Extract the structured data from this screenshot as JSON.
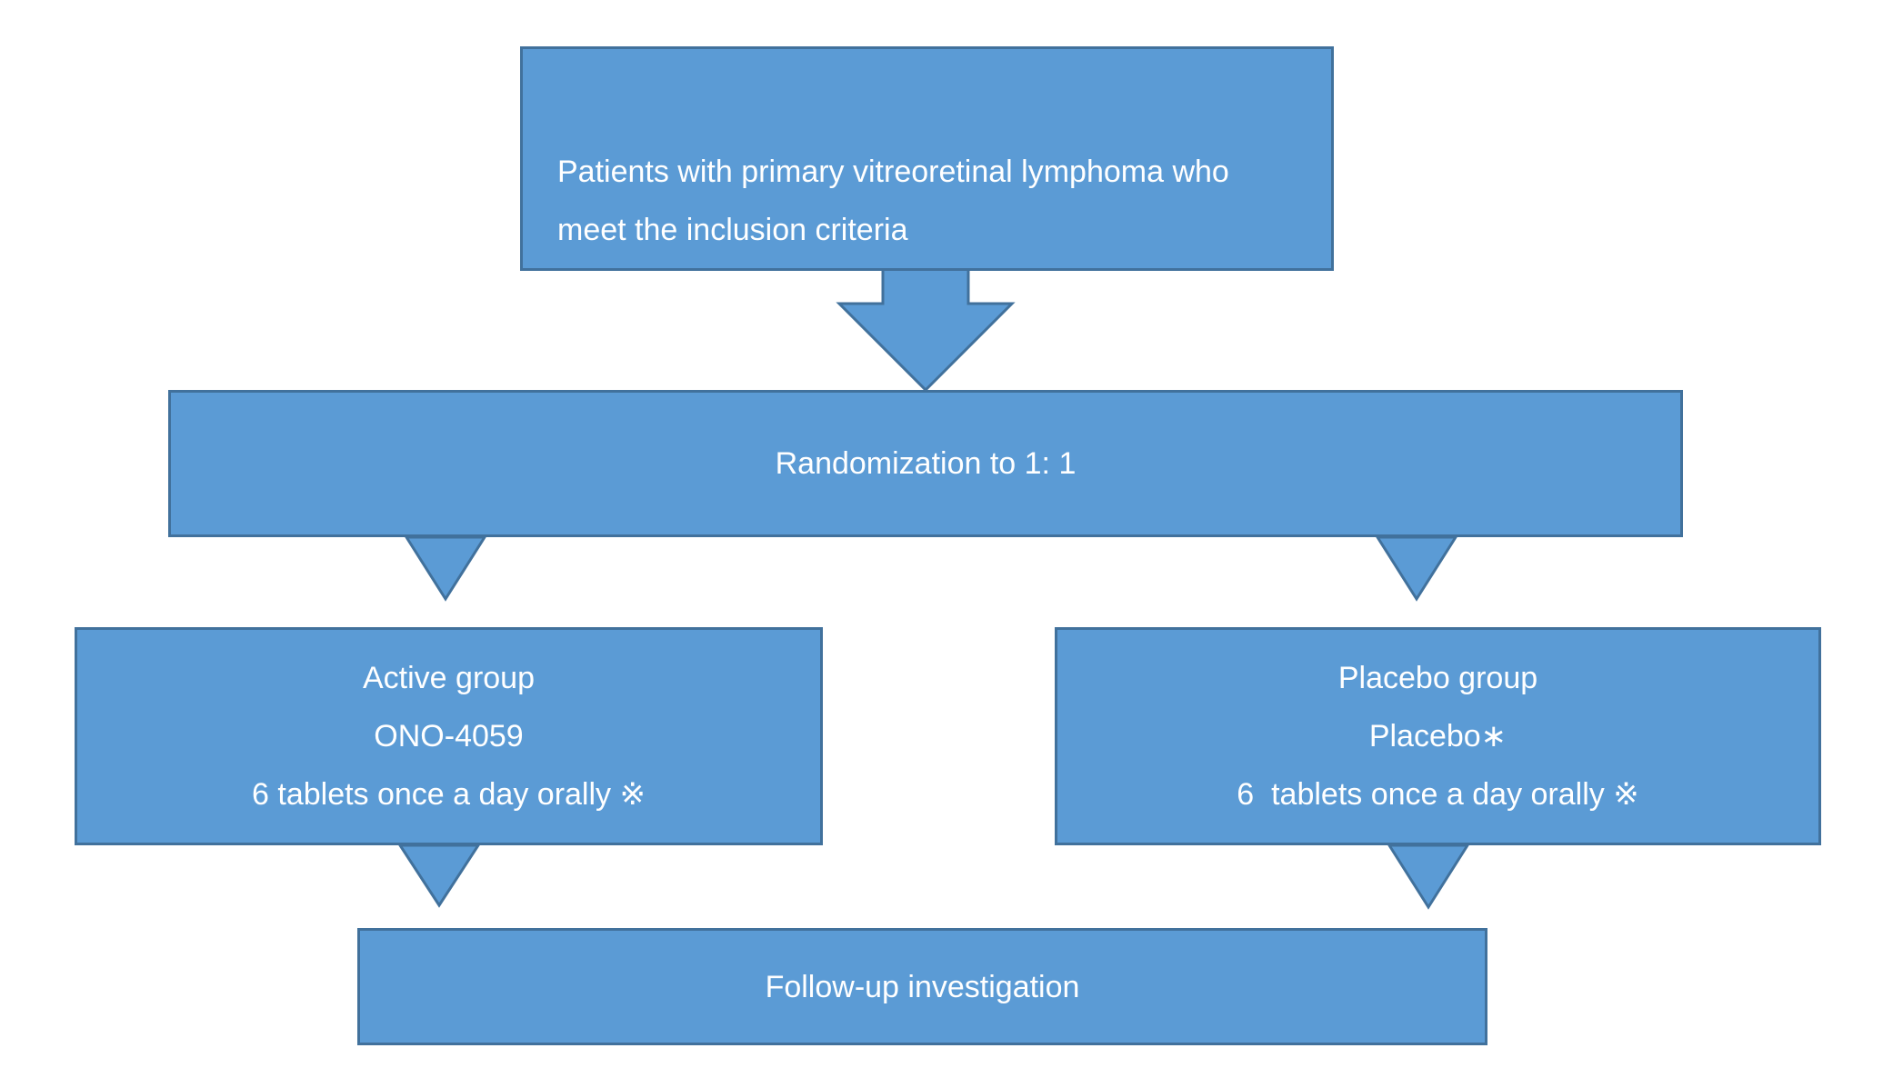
{
  "diagram": {
    "eligibility": {
      "line1": "Patients with primary vitreoretinal lymphoma who",
      "line2": "meet the inclusion criteria"
    },
    "randomization": {
      "label": "Randomization to 1: 1"
    },
    "active_group": {
      "title": "Active group",
      "drug": "ONO-4059",
      "dosing": "6 tablets once a day orally ※"
    },
    "placebo_group": {
      "title": "Placebo group",
      "drug": "Placebo∗",
      "dosing": "6  tablets once a day orally ※"
    },
    "followup": {
      "label": "Follow-up investigation"
    }
  },
  "colors": {
    "box_fill": "#5b9bd5",
    "box_border": "#41719c",
    "text": "#ffffff"
  }
}
